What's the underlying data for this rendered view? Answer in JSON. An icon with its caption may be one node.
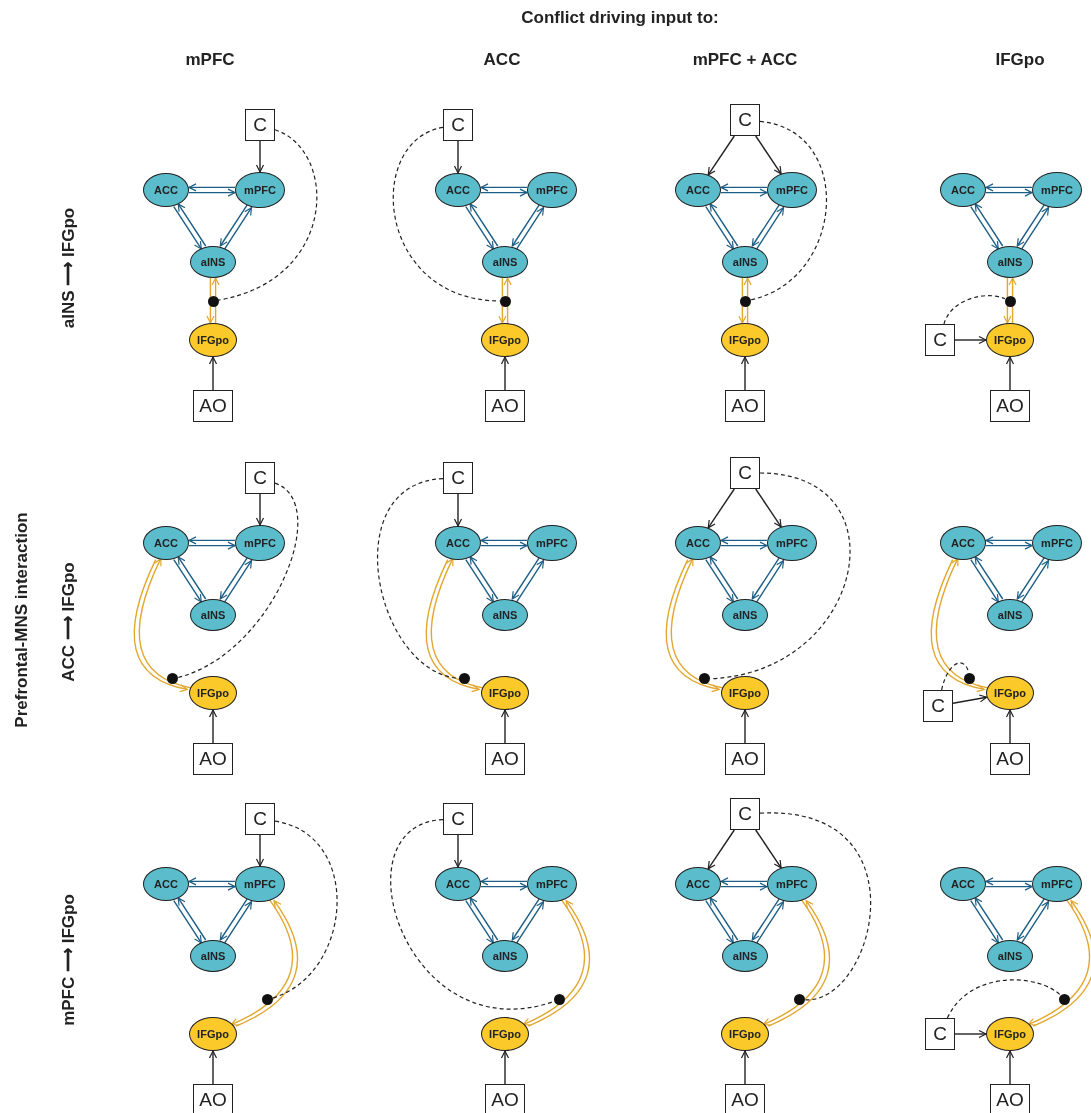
{
  "diagram": {
    "nodes": [
      {
        "text": [
          "C"
        ]
      },
      {
        "text": [
          "ACC"
        ]
      },
      {
        "text": [
          "mPFC"
        ]
      },
      {
        "text": [
          "aINS"
        ]
      },
      {
        "text": [
          "IFGpo"
        ]
      },
      {
        "text": [
          "AO"
        ]
      },
      {
        "text": [],
        "shape": "circle"
      },
      {
        "text": [
          "C"
        ]
      },
      {
        "text": [
          "ACC"
        ]
      },
      {
        "text": [
          "mPFC"
        ]
      },
      {
        "text": [
          "aINS"
        ]
      },
      {
        "text": [
          "IFGpo"
        ]
      },
      {
        "text": [
          "AO"
        ]
      },
      {
        "text": [],
        "shape": "circle"
      },
      {
        "text": [
          "C"
        ]
      },
      {
        "text": [
          "ACC"
        ]
      },
      {
        "text": [
          "mPFC"
        ]
      },
      {
        "text": [
          "aINS"
        ]
      },
      {
        "text": [
          "IFGpo"
        ]
      },
      {
        "text": [
          "AO"
        ]
      },
      {
        "text": [],
        "shape": "circle"
      },
      {
        "text": [
          "C"
        ]
      },
      {
        "text": [
          "ACC"
        ]
      },
      {
        "text": [
          "mPFC"
        ]
      },
      {
        "text": [
          "aINS"
        ]
      },
      {
        "text": [
          "IFGpo"
        ]
      },
      {
        "text": [
          "AO"
        ]
      },
      {
        "text": [],
        "shape": "circle"
      },
      {
        "text": [
          "C"
        ]
      },
      {
        "text": [
          "ACC"
        ]
      },
      {
        "text": [
          "mPFC"
        ]
      },
      {
        "text": [
          "aINS"
        ]
      },
      {
        "text": [
          "IFGpo"
        ]
      },
      {
        "text": [
          "AO"
        ]
      },
      {
        "text": [],
        "shape": "circle"
      },
      {
        "text": [
          "C"
        ]
      },
      {
        "text": [
          "ACC"
        ]
      },
      {
        "text": [
          "mPFC"
        ]
      },
      {
        "text": [
          "aINS"
        ]
      },
      {
        "text": [
          "IFGpo"
        ]
      },
      {
        "text": [
          "AO"
        ]
      },
      {
        "text": [],
        "shape": "circle"
      },
      {
        "text": [
          "C"
        ]
      },
      {
        "text": [
          "ACC"
        ]
      },
      {
        "text": [
          "mPFC"
        ]
      },
      {
        "text": [
          "aINS"
        ]
      },
      {
        "text": [
          "IFGpo"
        ]
      },
      {
        "text": [
          "AO"
        ]
      },
      {
        "text": [],
        "shape": "circle"
      },
      {
        "text": [
          "C"
        ]
      },
      {
        "text": [
          "ACC"
        ]
      },
      {
        "text": [
          "mPFC"
        ]
      },
      {
        "text": [
          "aINS"
        ]
      },
      {
        "text": [
          "IFGpo"
        ]
      },
      {
        "text": [
          "AO"
        ]
      },
      {
        "text": [],
        "shape": "circle"
      },
      {
        "text": [
          "C"
        ]
      },
      {
        "text": [
          "ACC"
        ]
      },
      {
        "text": [
          "mPFC"
        ]
      },
      {
        "text": [
          "aINS"
        ]
      },
      {
        "text": [
          "IFGpo"
        ]
      },
      {
        "text": [
          "AO"
        ]
      },
      {
        "text": [],
        "shape": "circle"
      },
      {
        "text": [
          "C"
        ]
      },
      {
        "text": [
          "ACC"
        ]
      },
      {
        "text": [
          "mPFC"
        ]
      },
      {
        "text": [
          "aINS"
        ]
      },
      {
        "text": [
          "IFGpo"
        ]
      },
      {
        "text": [
          "AO"
        ]
      },
      {
        "text": [],
        "shape": "circle"
      },
      {
        "text": [
          "C"
        ]
      },
      {
        "text": [
          "ACC"
        ]
      },
      {
        "text": [
          "mPFC"
        ]
      },
      {
        "text": [
          "aINS"
        ]
      },
      {
        "text": [
          "IFGpo"
        ]
      },
      {
        "text": [
          "AO"
        ]
      },
      {
        "text": [],
        "shape": "circle"
      },
      {
        "text": [
          "C"
        ]
      },
      {
        "text": [
          "ACC"
        ]
      },
      {
        "text": [
          "mPFC"
        ]
      },
      {
        "text": [
          "aINS"
        ]
      },
      {
        "text": [
          "IFGpo"
        ]
      },
      {
        "text": [
          "AO"
        ]
      },
      {
        "text": [],
        "shape": "circle"
      }
    ],
    "edges": [
      {
        "from": 0,
        "to": 2,
        "arrow": "to"
      },
      {
        "from": 1,
        "to": 2,
        "arrow": "both",
        "color": "#1d5f86"
      },
      {
        "from": 1,
        "to": 3,
        "arrow": "both",
        "color": "#1d5f86"
      },
      {
        "from": 2,
        "to": 3,
        "arrow": "both",
        "color": "#1d5f86"
      },
      {
        "from": 3,
        "to": 4,
        "arrow": "both",
        "color": "#e2a72e"
      },
      {
        "from": 5,
        "to": 4,
        "arrow": "to"
      },
      {
        "from": 0,
        "to": 6,
        "arrow": "none",
        "style": "dashed"
      },
      {
        "from": 7,
        "to": 8,
        "arrow": "to"
      },
      {
        "from": 8,
        "to": 9,
        "arrow": "both",
        "color": "#1d5f86"
      },
      {
        "from": 8,
        "to": 10,
        "arrow": "both",
        "color": "#1d5f86"
      },
      {
        "from": 9,
        "to": 10,
        "arrow": "both",
        "color": "#1d5f86"
      },
      {
        "from": 10,
        "to": 11,
        "arrow": "both",
        "color": "#e2a72e"
      },
      {
        "from": 12,
        "to": 11,
        "arrow": "to"
      },
      {
        "from": 7,
        "to": 13,
        "arrow": "none",
        "style": "dashed"
      },
      {
        "from": 14,
        "to": 15,
        "arrow": "to"
      },
      {
        "from": 14,
        "to": 16,
        "arrow": "to"
      },
      {
        "from": 15,
        "to": 16,
        "arrow": "both",
        "color": "#1d5f86"
      },
      {
        "from": 15,
        "to": 17,
        "arrow": "both",
        "color": "#1d5f86"
      },
      {
        "from": 16,
        "to": 17,
        "arrow": "both",
        "color": "#1d5f86"
      },
      {
        "from": 17,
        "to": 18,
        "arrow": "both",
        "color": "#e2a72e"
      },
      {
        "from": 19,
        "to": 18,
        "arrow": "to"
      },
      {
        "from": 14,
        "to": 20,
        "arrow": "none",
        "style": "dashed"
      },
      {
        "from": 21,
        "to": 25,
        "arrow": "to"
      },
      {
        "from": 22,
        "to": 23,
        "arrow": "both",
        "color": "#1d5f86"
      },
      {
        "from": 22,
        "to": 24,
        "arrow": "both",
        "color": "#1d5f86"
      },
      {
        "from": 23,
        "to": 24,
        "arrow": "both",
        "color": "#1d5f86"
      },
      {
        "from": 24,
        "to": 25,
        "arrow": "both",
        "color": "#e2a72e"
      },
      {
        "from": 26,
        "to": 25,
        "arrow": "to"
      },
      {
        "from": 21,
        "to": 27,
        "arrow": "none",
        "style": "dashed"
      },
      {
        "from": 28,
        "to": 30,
        "arrow": "to"
      },
      {
        "from": 29,
        "to": 30,
        "arrow": "both",
        "color": "#1d5f86"
      },
      {
        "from": 29,
        "to": 31,
        "arrow": "both",
        "color": "#1d5f86"
      },
      {
        "from": 30,
        "to": 31,
        "arrow": "both",
        "color": "#1d5f86"
      },
      {
        "from": 29,
        "to": 32,
        "arrow": "both",
        "color": "#e2a72e"
      },
      {
        "from": 33,
        "to": 32,
        "arrow": "to"
      },
      {
        "from": 28,
        "to": 34,
        "arrow": "none",
        "style": "dashed"
      },
      {
        "from": 35,
        "to": 36,
        "arrow": "to"
      },
      {
        "from": 36,
        "to": 37,
        "arrow": "both",
        "color": "#1d5f86"
      },
      {
        "from": 36,
        "to": 38,
        "arrow": "both",
        "color": "#1d5f86"
      },
      {
        "from": 37,
        "to": 38,
        "arrow": "both",
        "color": "#1d5f86"
      },
      {
        "from": 36,
        "to": 39,
        "arrow": "both",
        "color": "#e2a72e"
      },
      {
        "from": 40,
        "to": 39,
        "arrow": "to"
      },
      {
        "from": 35,
        "to": 41,
        "arrow": "none",
        "style": "dashed"
      },
      {
        "from": 42,
        "to": 43,
        "arrow": "to"
      },
      {
        "from": 42,
        "to": 44,
        "arrow": "to"
      },
      {
        "from": 43,
        "to": 44,
        "arrow": "both",
        "color": "#1d5f86"
      },
      {
        "from": 43,
        "to": 45,
        "arrow": "both",
        "color": "#1d5f86"
      },
      {
        "from": 44,
        "to": 45,
        "arrow": "both",
        "color": "#1d5f86"
      },
      {
        "from": 43,
        "to": 46,
        "arrow": "both",
        "color": "#e2a72e"
      },
      {
        "from": 47,
        "to": 46,
        "arrow": "to"
      },
      {
        "from": 42,
        "to": 48,
        "arrow": "none",
        "style": "dashed"
      },
      {
        "from": 49,
        "to": 53,
        "arrow": "to"
      },
      {
        "from": 50,
        "to": 51,
        "arrow": "both",
        "color": "#1d5f86"
      },
      {
        "from": 50,
        "to": 52,
        "arrow": "both",
        "color": "#1d5f86"
      },
      {
        "from": 51,
        "to": 52,
        "arrow": "both",
        "color": "#1d5f86"
      },
      {
        "from": 50,
        "to": 53,
        "arrow": "both",
        "color": "#e2a72e"
      },
      {
        "from": 54,
        "to": 53,
        "arrow": "to"
      },
      {
        "from": 49,
        "to": 55,
        "arrow": "none",
        "style": "dashed"
      },
      {
        "from": 56,
        "to": 58,
        "arrow": "to"
      },
      {
        "from": 57,
        "to": 58,
        "arrow": "both",
        "color": "#1d5f86"
      },
      {
        "from": 57,
        "to": 59,
        "arrow": "both",
        "color": "#1d5f86"
      },
      {
        "from": 58,
        "to": 59,
        "arrow": "both",
        "color": "#1d5f86"
      },
      {
        "from": 58,
        "to": 60,
        "arrow": "both",
        "color": "#e2a72e"
      },
      {
        "from": 61,
        "to": 60,
        "arrow": "to"
      },
      {
        "from": 56,
        "to": 62,
        "arrow": "none",
        "style": "dashed"
      },
      {
        "from": 63,
        "to": 64,
        "arrow": "to"
      },
      {
        "from": 64,
        "to": 65,
        "arrow": "both",
        "color": "#1d5f86"
      },
      {
        "from": 64,
        "to": 66,
        "arrow": "both",
        "color": "#1d5f86"
      },
      {
        "from": 65,
        "to": 66,
        "arrow": "both",
        "color": "#1d5f86"
      },
      {
        "from": 65,
        "to": 67,
        "arrow": "both",
        "color": "#e2a72e"
      },
      {
        "from": 68,
        "to": 67,
        "arrow": "to"
      },
      {
        "from": 63,
        "to": 69,
        "arrow": "none",
        "style": "dashed"
      },
      {
        "from": 70,
        "to": 71,
        "arrow": "to"
      },
      {
        "from": 70,
        "to": 72,
        "arrow": "to"
      },
      {
        "from": 71,
        "to": 72,
        "arrow": "both",
        "color": "#1d5f86"
      },
      {
        "from": 71,
        "to": 73,
        "arrow": "both",
        "color": "#1d5f86"
      },
      {
        "from": 72,
        "to": 73,
        "arrow": "both",
        "color": "#1d5f86"
      },
      {
        "from": 72,
        "to": 74,
        "arrow": "both",
        "color": "#e2a72e"
      },
      {
        "from": 75,
        "to": 74,
        "arrow": "to"
      },
      {
        "from": 70,
        "to": 76,
        "arrow": "none",
        "style": "dashed"
      },
      {
        "from": 77,
        "to": 81,
        "arrow": "to"
      },
      {
        "from": 78,
        "to": 79,
        "arrow": "both",
        "color": "#1d5f86"
      },
      {
        "from": 78,
        "to": 80,
        "arrow": "both",
        "color": "#1d5f86"
      },
      {
        "from": 79,
        "to": 80,
        "arrow": "both",
        "color": "#1d5f86"
      },
      {
        "from": 79,
        "to": 81,
        "arrow": "both",
        "color": "#e2a72e"
      },
      {
        "from": 82,
        "to": 81,
        "arrow": "to"
      },
      {
        "from": 77,
        "to": 83,
        "arrow": "none",
        "style": "dashed"
      }
    ],
    "labels": [
      "Conflict driving input to:",
      "mPFC",
      "ACC",
      "mPFC + ACC",
      "IFGpo",
      "Prefrontal-MNS interaction",
      "aINS ⟶ IFGpo",
      "ACC ⟶ IFGpo",
      "mPFC ⟶ IFGpo"
    ]
  }
}
